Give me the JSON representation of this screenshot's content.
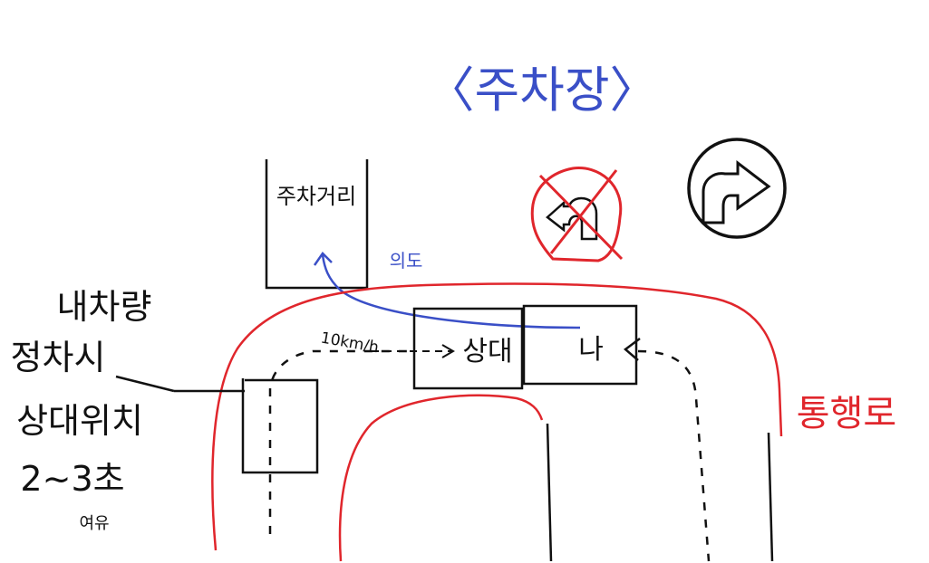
{
  "title": "〈주차장〉",
  "parking_space_label": "주차거리",
  "intent_label": "의도",
  "speed_label": "10km/h",
  "other_car_label": "상대",
  "my_car_label": "나",
  "passage_label": "통행로",
  "left_notes": [
    "내차량",
    "정차시",
    "상대위치",
    "2~3초",
    "여유"
  ],
  "signs": [
    {
      "name": "no-u-turn-sign",
      "color": "#e0262c",
      "prohibited": true
    },
    {
      "name": "right-turn-sign",
      "color": "#111111",
      "prohibited": false
    }
  ],
  "colors": {
    "ink": "#111111",
    "blue": "#3a4fc7",
    "red": "#e0262c"
  }
}
